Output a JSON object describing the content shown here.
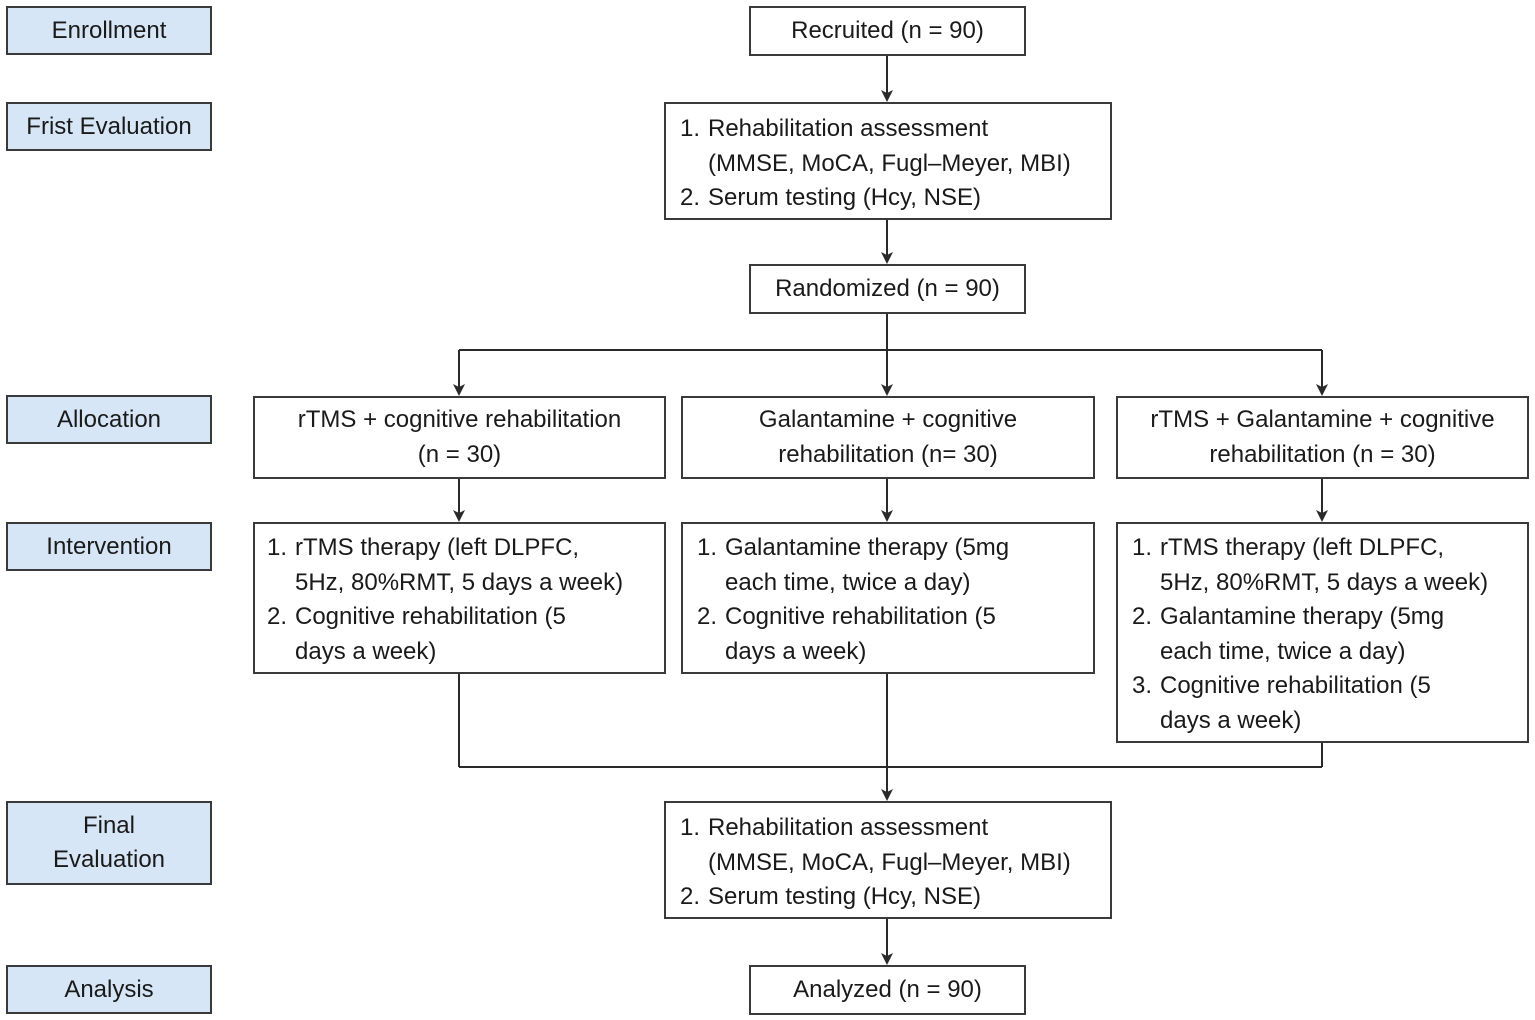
{
  "stages": {
    "enrollment": "Enrollment",
    "first_evaluation": "Frist Evaluation",
    "allocation": "Allocation",
    "intervention": "Intervention",
    "final_evaluation_line1": "Final",
    "final_evaluation_line2": "Evaluation",
    "analysis": "Analysis"
  },
  "recruited": "Recruited (n = 90)",
  "first_eval": {
    "items": [
      {
        "num": "1.",
        "lines": [
          "Rehabilitation assessment",
          "(MMSE, MoCA, Fugl–Meyer, MBI)"
        ]
      },
      {
        "num": "2.",
        "lines": [
          "Serum testing (Hcy, NSE)"
        ]
      }
    ]
  },
  "randomized": "Randomized (n = 90)",
  "groups": [
    {
      "lines": [
        "rTMS + cognitive rehabilitation",
        "(n = 30)"
      ]
    },
    {
      "lines": [
        "Galantamine + cognitive",
        "rehabilitation (n= 30)"
      ]
    },
    {
      "lines": [
        "rTMS + Galantamine + cognitive",
        "rehabilitation (n = 30)"
      ]
    }
  ],
  "interventions": [
    {
      "items": [
        {
          "num": "1.",
          "lines": [
            "rTMS therapy (left DLPFC,",
            "5Hz, 80%RMT, 5 days a week)"
          ]
        },
        {
          "num": "2.",
          "lines": [
            "Cognitive rehabilitation (5",
            "days a week)"
          ]
        }
      ]
    },
    {
      "items": [
        {
          "num": "1.",
          "lines": [
            "Galantamine therapy (5mg",
            "each time, twice a day)"
          ]
        },
        {
          "num": "2.",
          "lines": [
            "Cognitive rehabilitation (5",
            "days a week)"
          ]
        }
      ]
    },
    {
      "items": [
        {
          "num": "1.",
          "lines": [
            "rTMS therapy  (left DLPFC,",
            "5Hz, 80%RMT, 5 days a week)"
          ]
        },
        {
          "num": "2.",
          "lines": [
            "Galantamine therapy (5mg",
            "each time, twice a day)"
          ]
        },
        {
          "num": "3.",
          "lines": [
            "Cognitive rehabilitation (5",
            "days a week)"
          ]
        }
      ]
    }
  ],
  "final_eval": {
    "items": [
      {
        "num": "1.",
        "lines": [
          "Rehabilitation assessment",
          "(MMSE, MoCA, Fugl–Meyer, MBI)"
        ]
      },
      {
        "num": "2.",
        "lines": [
          "Serum testing (Hcy, NSE)"
        ]
      }
    ]
  },
  "analyzed": "Analyzed (n = 90)",
  "colors": {
    "stage_fill": "#d6e6f7",
    "border": "#3a3a3a",
    "line": "#2a2a2a"
  }
}
